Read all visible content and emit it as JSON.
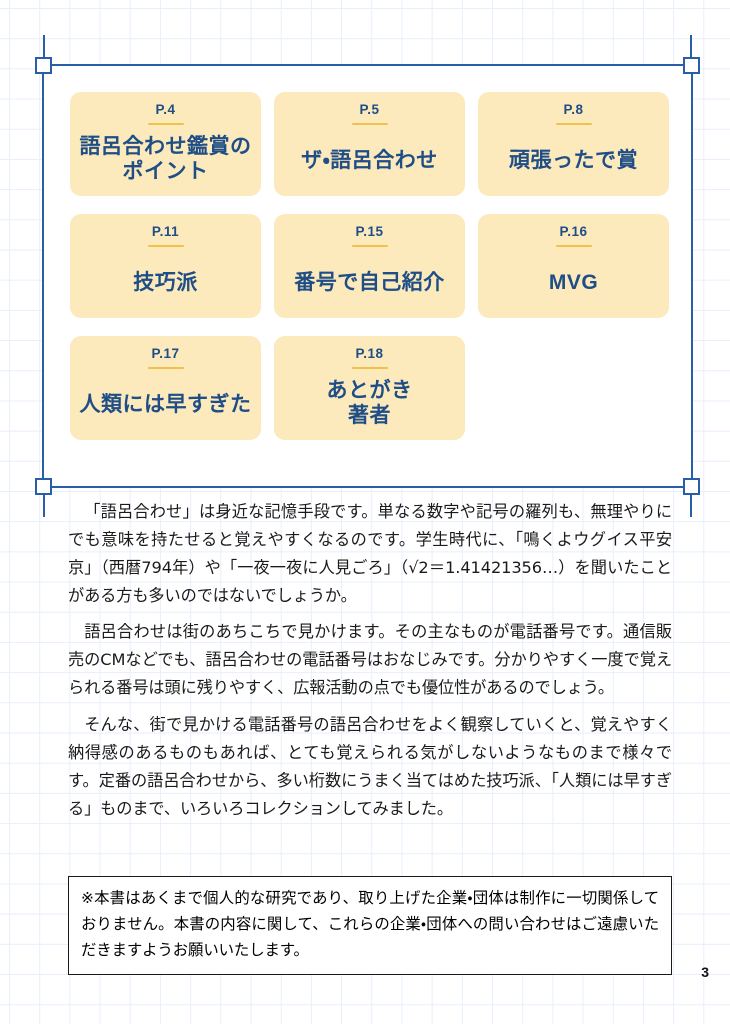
{
  "page": {
    "number": "3",
    "background": "graph-paper-grid",
    "grid_color": "#e8eefb",
    "accent_navy": "#1f4e87",
    "frame_blue": "#2b5ea8",
    "card_cream": "#fce9bc",
    "card_rule_gold": "#f0c14b"
  },
  "toc": {
    "cards": [
      {
        "page_label": "P.4",
        "title": "語呂合わせ鑑賞の\nポイント",
        "lines": [
          "語呂合わせ鑑賞の",
          "ポイント"
        ]
      },
      {
        "page_label": "P.5",
        "title": "ザ・語呂合わせ",
        "lines": [
          "ザ・語呂合わせ"
        ]
      },
      {
        "page_label": "P.8",
        "title": "頑張ったで賞",
        "lines": [
          "頑張ったで賞"
        ]
      },
      {
        "page_label": "P.11",
        "title": "技巧派",
        "lines": [
          "技巧派"
        ]
      },
      {
        "page_label": "P.15",
        "title": "番号で自己紹介",
        "lines": [
          "番号で自己紹介"
        ]
      },
      {
        "page_label": "P.16",
        "title": "MVG",
        "lines": [
          "MVG"
        ]
      },
      {
        "page_label": "P.17",
        "title": "人類には早すぎた",
        "lines": [
          "人類には早すぎた"
        ]
      },
      {
        "page_label": "P.18",
        "title": "あとがき\n著者",
        "lines": [
          "あとがき",
          "著者"
        ]
      }
    ]
  },
  "article": {
    "paragraphs": [
      "「語呂合わせ」は身近な記憶手段です。単なる数字や記号の羅列も、無理やりにでも意味を持たせると覚えやすくなるのです。学生時代に、「鳴くよウグイス平安京」（西暦794年）や「一夜一夜に人見ごろ」（√2＝1.41421356…）を聞いたことがある方も多いのではないでしょうか。",
      "語呂合わせは街のあちこちで見かけます。その主なものが電話番号です。通信販売のCMなどでも、語呂合わせの電話番号はおなじみです。分かりやすく一度で覚えられる番号は頭に残りやすく、広報活動の点でも優位性があるのでしょう。",
      "そんな、街で見かける電話番号の語呂合わせをよく観察していくと、覚えやすく納得感のあるものもあれば、とても覚えられる気がしないようなものまで様々です。定番の語呂合わせから、多い桁数にうまく当てはめた技巧派、「人類には早すぎる」ものまで、いろいろコレクションしてみました。"
    ]
  },
  "disclaimer": {
    "text": "※本書はあくまで個人的な研究であり、取り上げた企業・団体は制作に一切関係しておりません。本書の内容に関して、これらの企業・団体への問い合わせはご遠慮いただきますようお願いいたします。"
  }
}
